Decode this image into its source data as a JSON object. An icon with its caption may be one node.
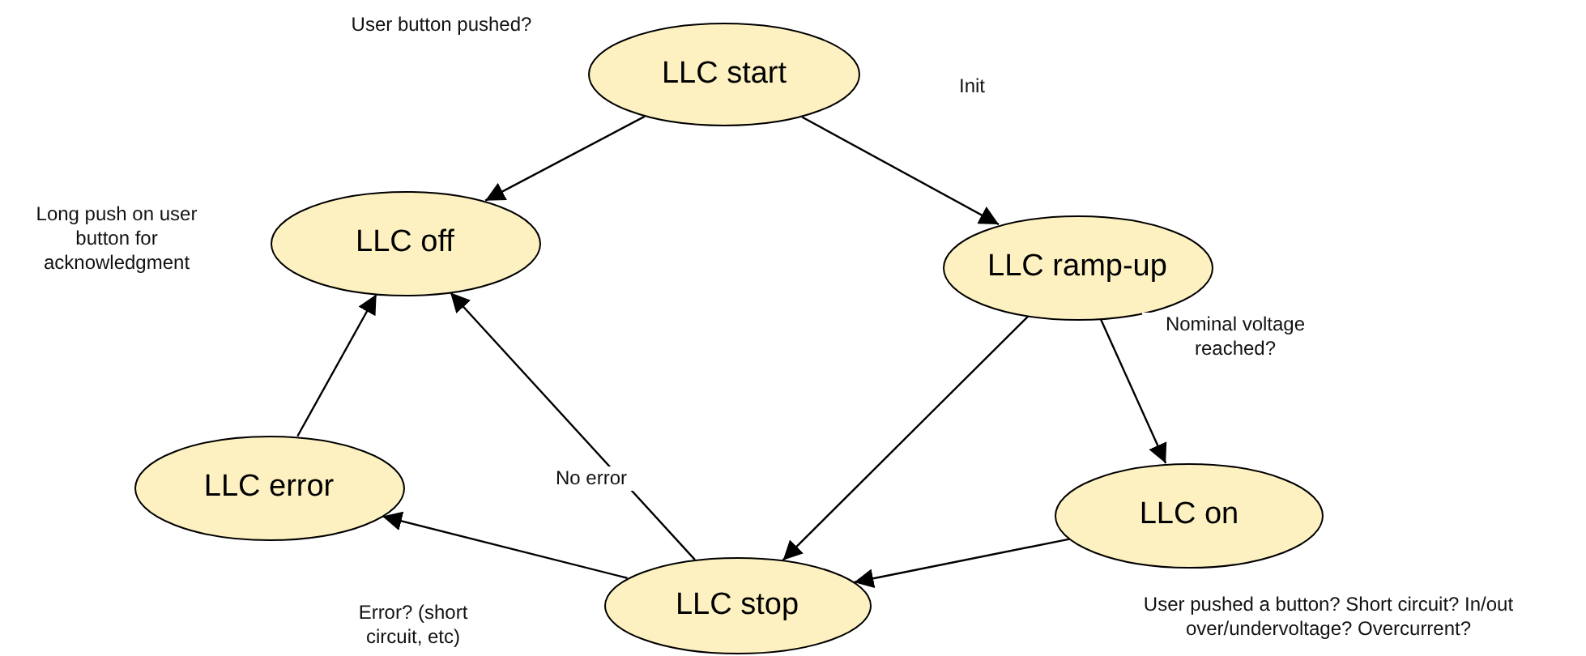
{
  "diagram": {
    "nodes": [
      {
        "text": [
          "LLC start"
        ]
      },
      {
        "text": [
          "LLC off"
        ]
      },
      {
        "text": [
          "LLC ramp-up"
        ]
      },
      {
        "text": [
          "LLC error"
        ]
      },
      {
        "text": [
          "LLC stop"
        ]
      },
      {
        "text": [
          "LLC on"
        ]
      }
    ],
    "edges": [
      {
        "from": 0,
        "to": 1,
        "arrow": "to"
      },
      {
        "from": 0,
        "to": 2,
        "arrow": "to",
        "label": "Init"
      },
      {
        "from": 2,
        "to": 5,
        "arrow": "to",
        "label": "Nominal voltage reached?"
      },
      {
        "from": 2,
        "to": 4,
        "arrow": "to"
      },
      {
        "from": 5,
        "to": 4,
        "arrow": "to",
        "label": "User pushed a button? Short circuit? In/out over/undervoltage? Overcurrent?"
      },
      {
        "from": 4,
        "to": 3,
        "arrow": "to",
        "label": "Error? (short circuit, etc)"
      },
      {
        "from": 4,
        "to": 1,
        "arrow": "to",
        "label": "No error"
      },
      {
        "from": 3,
        "to": 1,
        "arrow": "to"
      }
    ],
    "labels": [
      "User button pushed?",
      "Long push on user button for acknowledgment"
    ]
  }
}
